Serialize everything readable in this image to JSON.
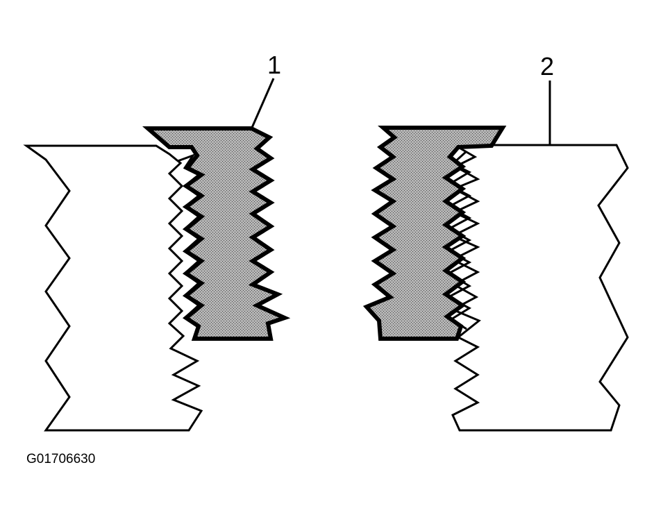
{
  "callouts": {
    "one": "1",
    "two": "2"
  },
  "figure_id": "G01706630",
  "colors": {
    "outline": "#000000",
    "insert_fill": "#8f8f8f",
    "background": "#ffffff"
  }
}
